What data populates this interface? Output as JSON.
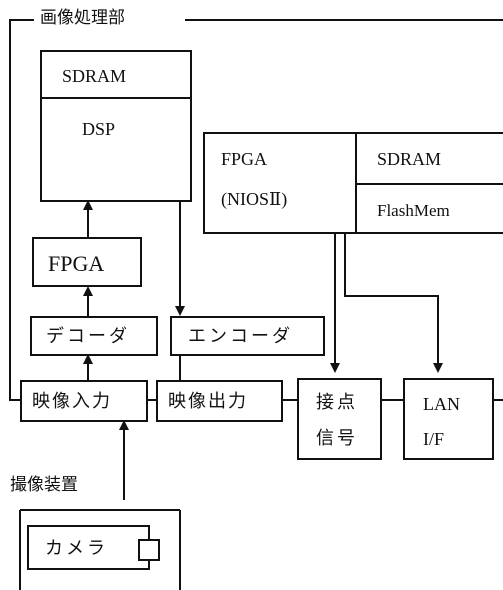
{
  "group_label": "画像処理部",
  "camera_section_label": "撮像装置",
  "blocks": {
    "sdram_top": "SDRAM",
    "dsp": "DSP",
    "fpga_nios_line1": "FPGA",
    "fpga_nios_line2": "(NIOSⅡ)",
    "sdram_right": "SDRAM",
    "flashmem": "FlashMem",
    "fpga": "FPGA",
    "decoder": "デコーダ",
    "encoder": "エンコーダ",
    "video_input": "映像入力",
    "video_output": "映像出力",
    "contact_line1": "接点",
    "contact_line2": "信号",
    "lan_line1": "LAN",
    "lan_line2": "I/F",
    "camera": "カメラ"
  }
}
